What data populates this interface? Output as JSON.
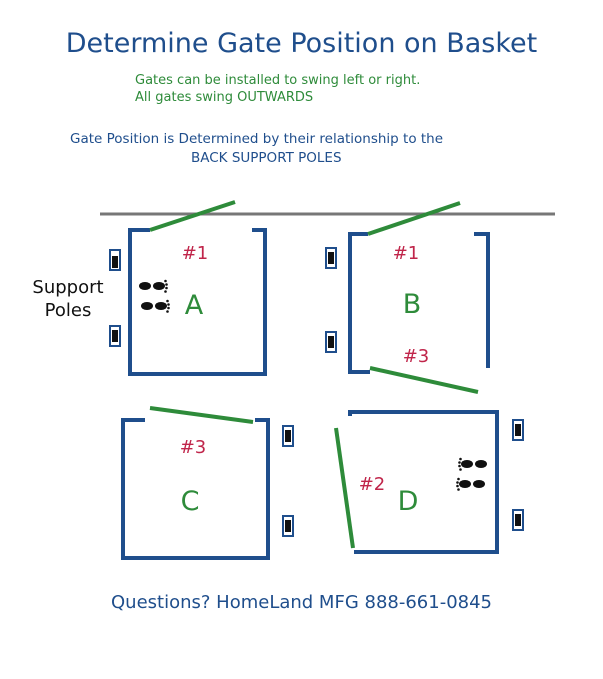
{
  "title": "Determine Gate Position on Basket",
  "notes": {
    "line1": "Gates can be installed to swing left or right.",
    "line2": "All gates swing OUTWARDS"
  },
  "subtitle": {
    "line1": "Gate Position is Determined by their relationship to the",
    "line2": "BACK SUPPORT POLES"
  },
  "support_label": {
    "line1": "Support",
    "line2": "Poles"
  },
  "baskets": [
    {
      "letter": "A",
      "gate": "#1"
    },
    {
      "letter": "B",
      "gate1": "#1",
      "gate2": "#3"
    },
    {
      "letter": "C",
      "gate": "#3"
    },
    {
      "letter": "D",
      "gate": "#2"
    }
  ],
  "footer": "Questions? HomeLand MFG 888-661-0845",
  "colors": {
    "title_blue": "#1f4e8c",
    "frame_blue": "#1f4e8c",
    "gate_green": "#2e8b3a",
    "label_red": "#c0254a",
    "wall_gray": "#777777"
  },
  "icons": [
    "footprints-icon",
    "support-pole-icon"
  ]
}
